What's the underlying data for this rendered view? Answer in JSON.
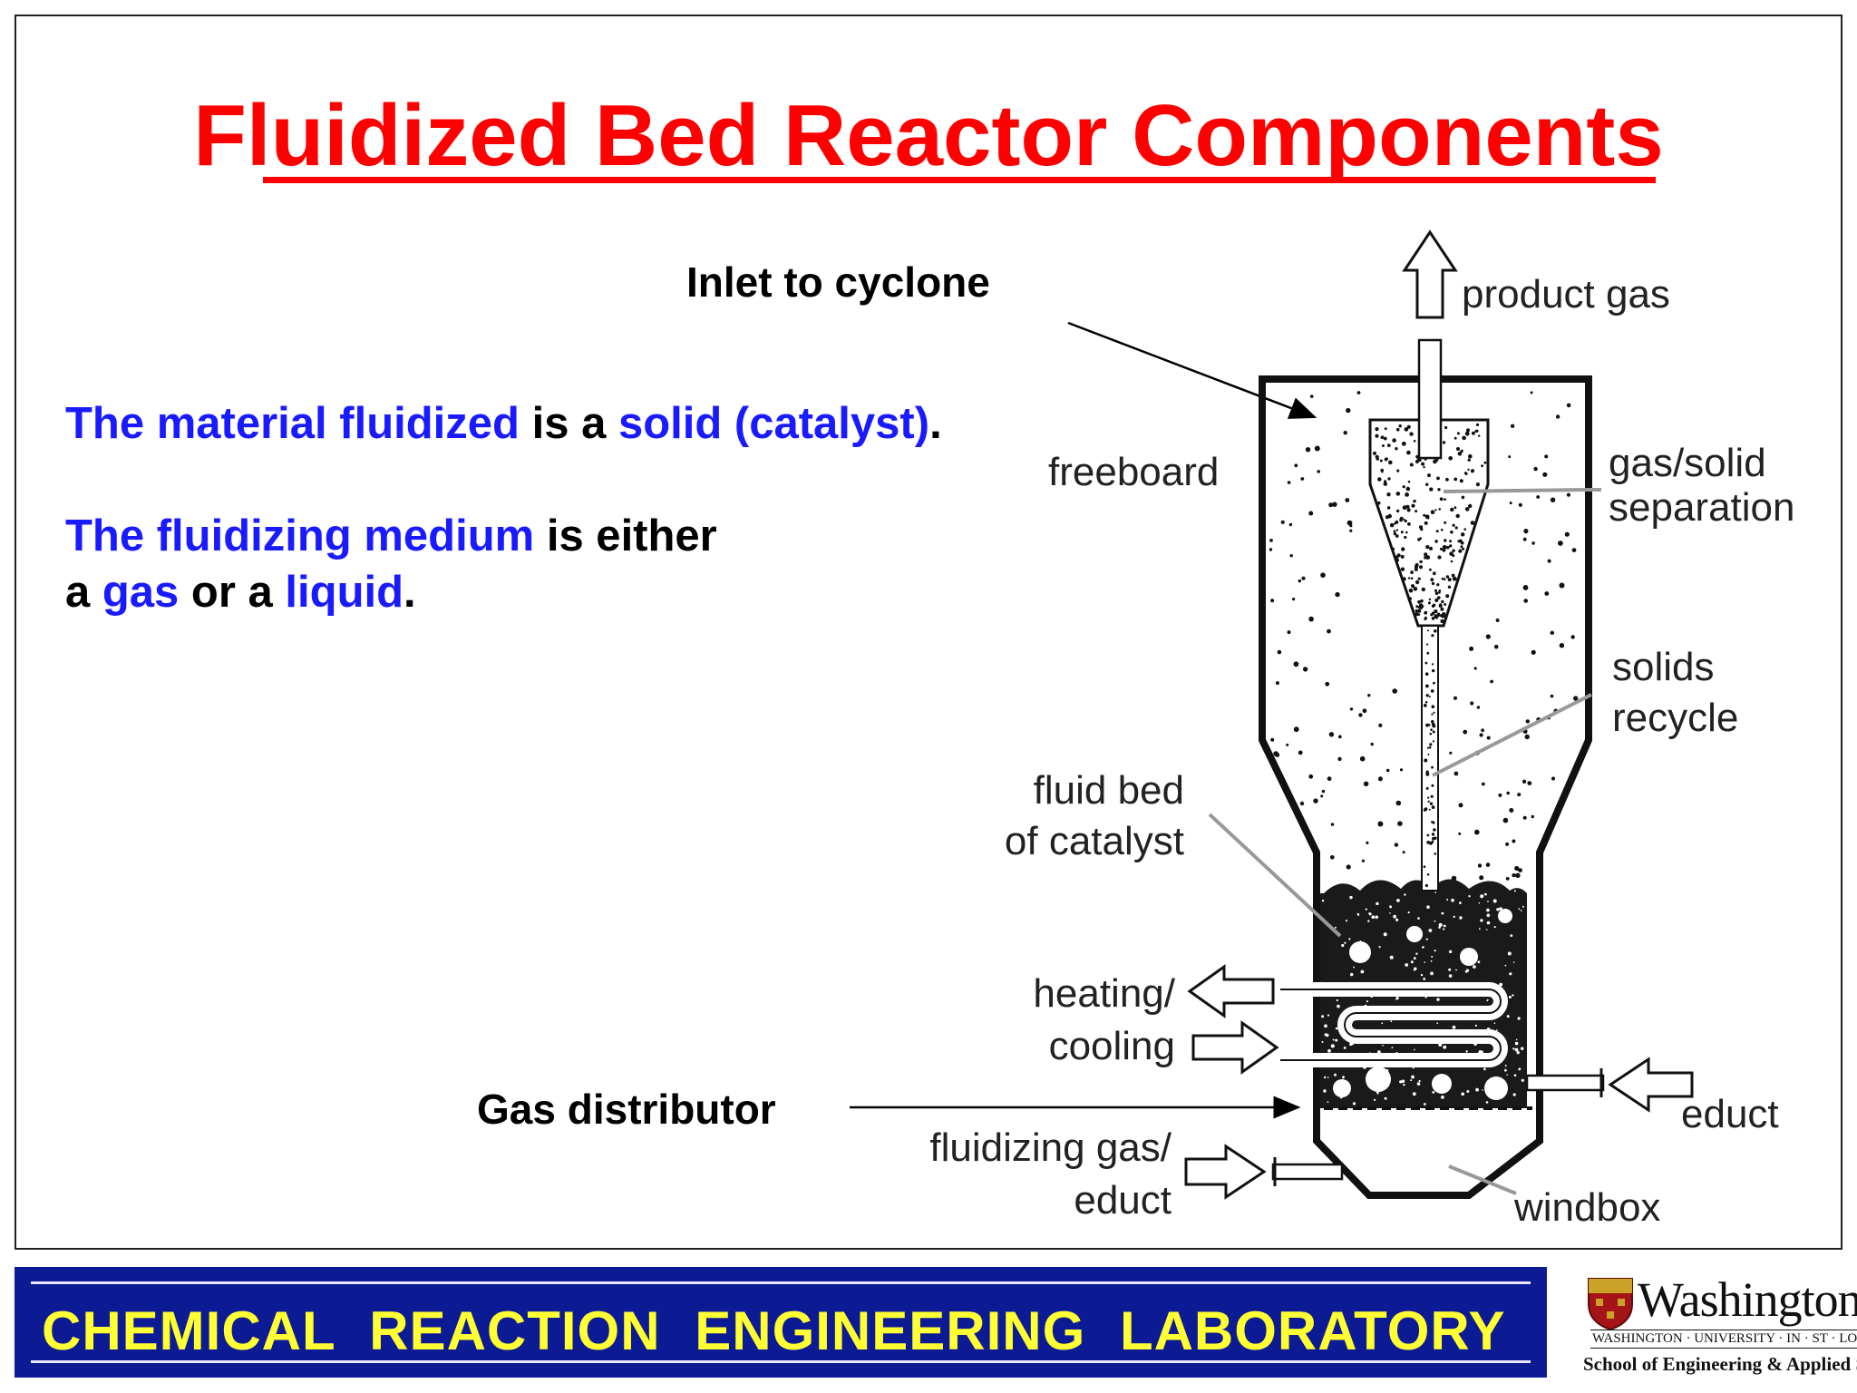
{
  "title": "Fluidized Bed Reactor Components",
  "statements": {
    "line1": {
      "p1": "The material fluidized",
      "p2": " is a ",
      "p3": "solid (catalyst)",
      "p4": "."
    },
    "line2": {
      "p1": "The fluidizing medium",
      "p2": " is either"
    },
    "line3": {
      "p1": "a ",
      "p2": "gas",
      "p3": " or a ",
      "p4": "liquid",
      "p5": "."
    }
  },
  "callouts": {
    "inlet_to_cyclone": "Inlet to cyclone",
    "gas_distributor": "Gas distributor"
  },
  "diagram_labels": {
    "product_gas": "product gas",
    "freeboard": "freeboard",
    "gas_solid_1": "gas/solid",
    "gas_solid_2": "separation",
    "solids_1": "solids",
    "solids_2": "recycle",
    "fluid_bed_1": "fluid bed",
    "fluid_bed_2": "of catalyst",
    "heating_1": "heating/",
    "heating_2": "cooling",
    "educt_right": "educt",
    "fluidizing_1": "fluidizing gas/",
    "fluidizing_2": "educt",
    "windbox": "windbox"
  },
  "footer": {
    "lab_name": "CHEMICAL  REACTION  ENGINEERING  LABORATORY"
  },
  "logo": {
    "name": "Washington",
    "university": "WASHINGTON · UNIVERSITY · IN · ST · LOUIS",
    "school": "School of Engineering & Applied Science"
  },
  "colors": {
    "title": "#ff0000",
    "highlight": "#1a1aff",
    "footer_bg": "#0c1a94",
    "footer_text": "#ffff33"
  }
}
